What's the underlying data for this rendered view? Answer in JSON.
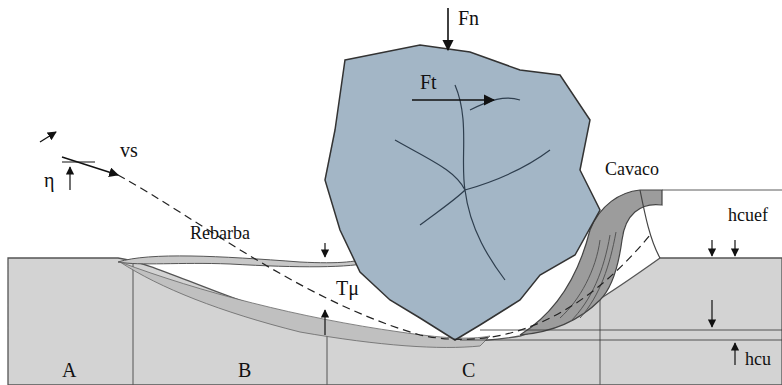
{
  "diagram": {
    "labels": [
      "Fn",
      "Ft",
      "η",
      "vs",
      "Rebarba",
      "Cavaco",
      "hcuef",
      "Tμ",
      "hcu",
      "A",
      "B",
      "C"
    ]
  }
}
